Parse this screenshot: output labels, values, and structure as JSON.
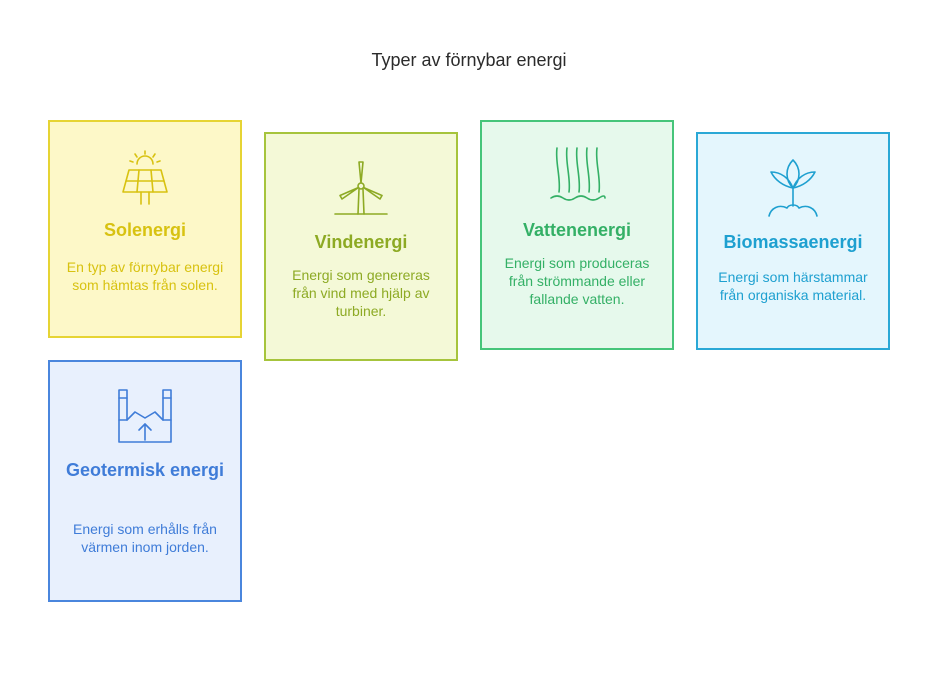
{
  "title": "Typer av förnybar energi",
  "colors": {
    "solar": "#e6d434",
    "wind": "#a6c43c",
    "water": "#46c57a",
    "biomass": "#2aa8d6",
    "geothermal": "#4a86dd"
  },
  "cards": [
    {
      "title": "Solenergi",
      "description": "En typ av förnybar energi som hämtas från solen.",
      "icon": "solar-panel-icon"
    },
    {
      "title": "Vindenergi",
      "description": "Energi som genereras från vind med hjälp av turbiner.",
      "icon": "wind-turbine-icon"
    },
    {
      "title": "Vattenenergi",
      "description": "Energi som produceras från strömmande eller fallande vatten.",
      "icon": "waterfall-icon"
    },
    {
      "title": "Biomassaenergi",
      "description": "Energi som härstammar från organiska material.",
      "icon": "plant-sprout-icon"
    },
    {
      "title": "Geotermisk energi",
      "description": "Energi som erhålls från värmen inom jorden.",
      "icon": "geothermal-plant-icon"
    }
  ]
}
